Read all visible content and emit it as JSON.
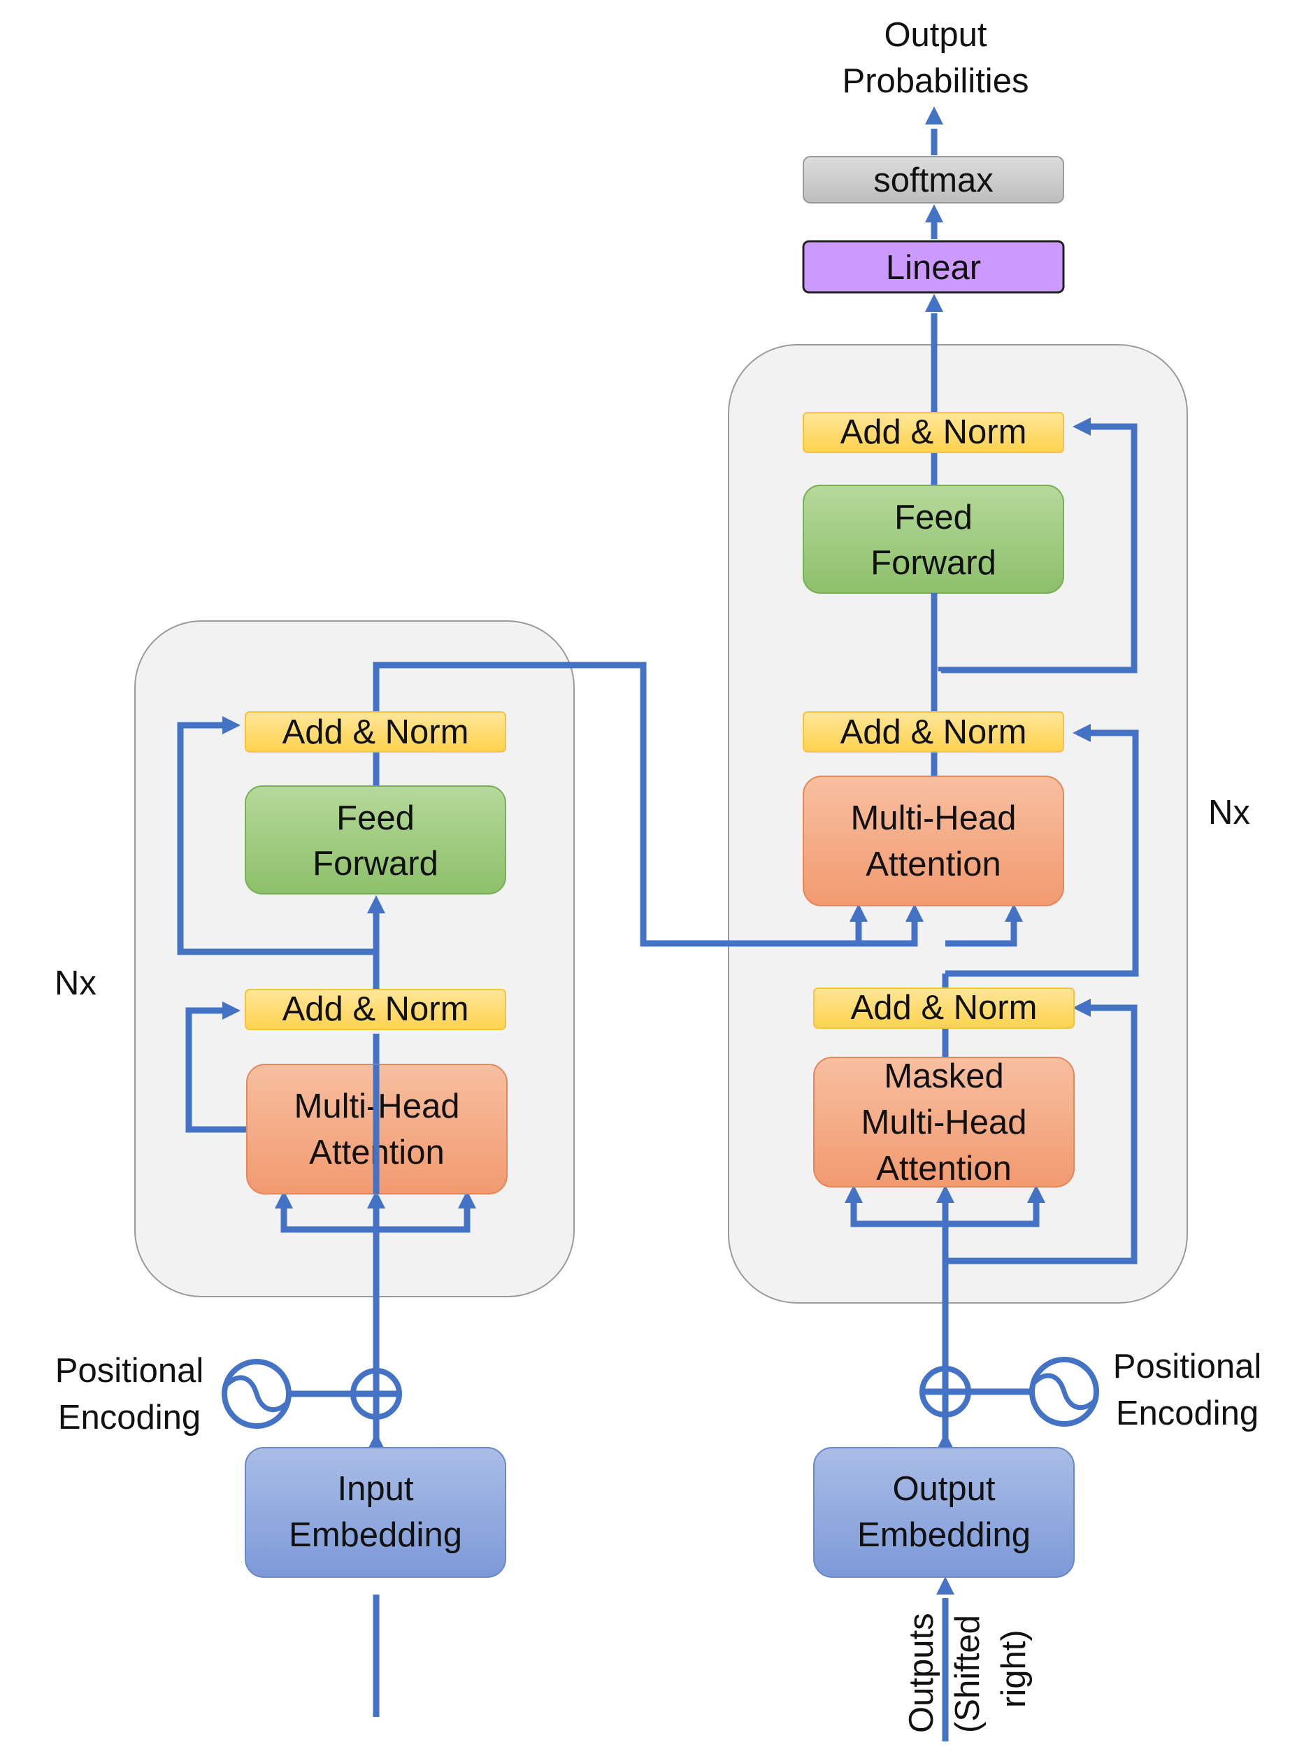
{
  "encoder": {
    "nx_label": "Nx",
    "add_norm_top": "Add & Norm",
    "feed_forward": [
      "Feed",
      "Forward"
    ],
    "add_norm_bottom": "Add & Norm",
    "attention": [
      "Multi-Head",
      "Attention"
    ],
    "positional_encoding": [
      "Positional",
      "Encoding"
    ],
    "embedding": [
      "Input",
      "Embedding"
    ]
  },
  "decoder": {
    "nx_label": "Nx",
    "add_norm_top": "Add & Norm",
    "feed_forward": [
      "Feed",
      "Forward"
    ],
    "add_norm_middle": "Add & Norm",
    "cross_attention": [
      "Multi-Head",
      "Attention"
    ],
    "add_norm_bottom": "Add & Norm",
    "masked_attention": [
      "Masked",
      "Multi-Head",
      "Attention"
    ],
    "positional_encoding": [
      "Positional",
      "Encoding"
    ],
    "embedding": [
      "Output",
      "Embedding"
    ],
    "input_label": [
      "Outputs",
      "(Shifted",
      "right)"
    ]
  },
  "head": {
    "linear": "Linear",
    "softmax": "softmax",
    "output": [
      "Output",
      "Probabilities"
    ]
  },
  "colors": {
    "arrow": "#4472c4",
    "add_norm": "#ffd966",
    "feed_forward": "#a9d18e",
    "attention": "#f4b183",
    "embedding": "#8faadc",
    "linear": "#cc99ff",
    "softmax": "#c8c8c8",
    "stack_background": "#f2f2f2"
  }
}
